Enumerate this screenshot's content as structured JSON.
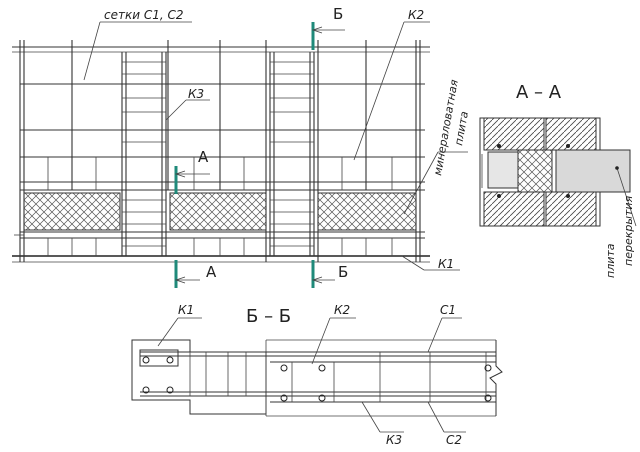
{
  "labels": {
    "meshes": "сетки С1, С2",
    "b_top": "Б",
    "k2_top": "К2",
    "k3_top": "К3",
    "a_mid": "А",
    "mineral": "минераловатная",
    "slab": "плита",
    "a_bottom": "А",
    "b_bottom": "Б",
    "k1_right": "К1",
    "section_aa": "А – А",
    "floor_slab_1": "плита",
    "floor_slab_2": "перекрытия",
    "section_bb": "Б – Б",
    "k1_bb": "К1",
    "k2_bb": "К2",
    "c1_bb": "С1",
    "k3_bb": "К3",
    "c2_bb": "С2"
  },
  "colors": {
    "line": "#333333",
    "marker": "#1f8a7a",
    "slab_fill": "#d9d9d9",
    "hatch": "#555555"
  }
}
